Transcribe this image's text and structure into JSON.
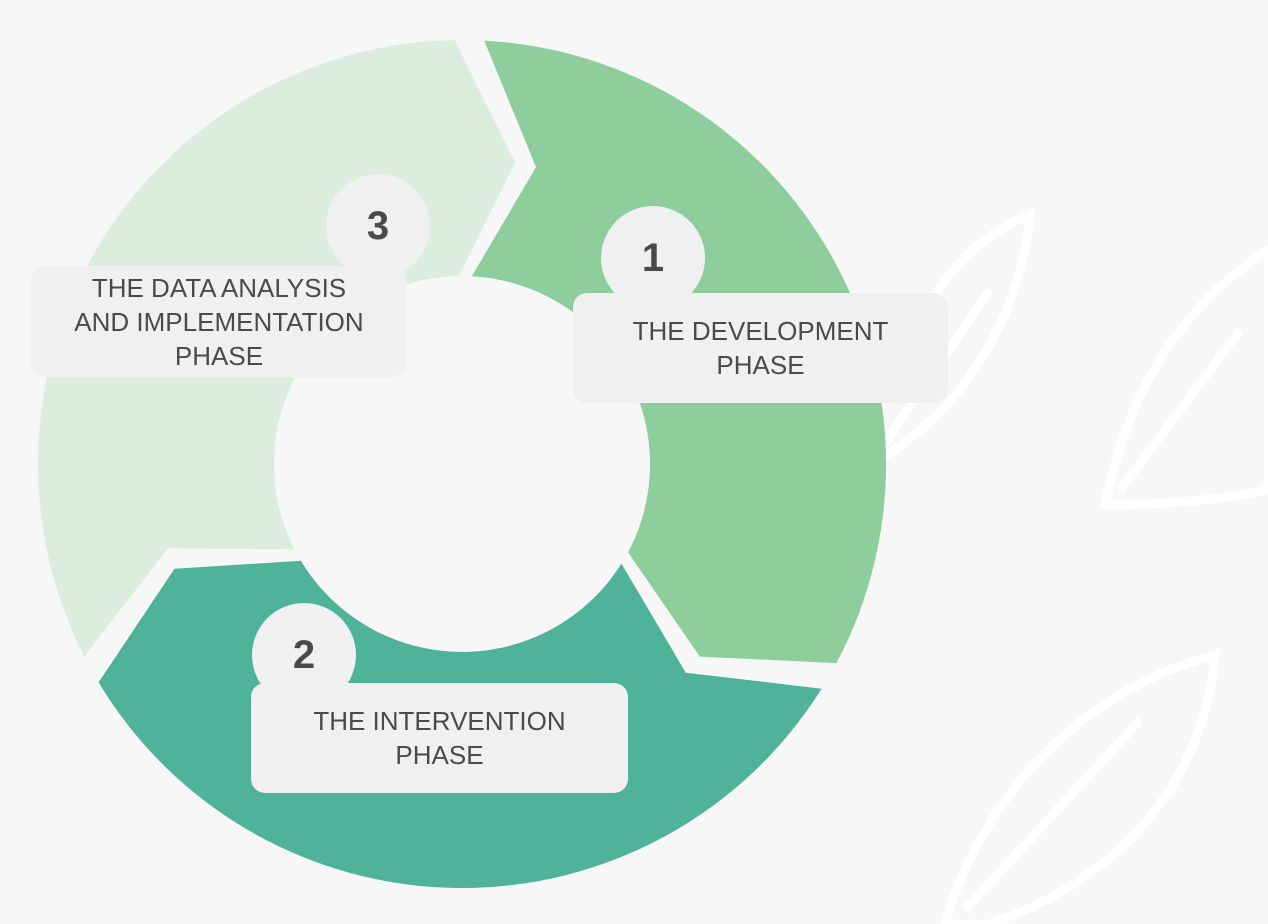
{
  "colors": {
    "background": "#f7f7f7",
    "phase1": "#8ece9c",
    "phase2": "#4fb39a",
    "phase3": "#dbeddf",
    "label_bg": "#f0f0f0",
    "text": "#4a4a4a"
  },
  "phases": [
    {
      "number": "1",
      "lines": [
        "THE DEVELOPMENT",
        "PHASE"
      ]
    },
    {
      "number": "2",
      "lines": [
        "THE INTERVENTION",
        "PHASE"
      ]
    },
    {
      "number": "3",
      "lines": [
        "THE DATA ANALYSIS",
        "AND IMPLEMENTATION",
        "PHASE"
      ]
    }
  ],
  "decorations": [
    "leaf-icon",
    "leaf-icon",
    "leaf-icon"
  ]
}
